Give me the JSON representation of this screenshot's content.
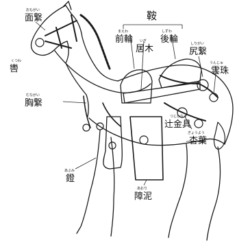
{
  "diagram": {
    "title": "鞍",
    "labels": {
      "omogai": {
        "text": "面繋",
        "ruby": "おもがい"
      },
      "kutsuwa": {
        "text": "轡",
        "ruby": "くつわ"
      },
      "munagai": {
        "text": "胸繋",
        "ruby": "むながい"
      },
      "abumi": {
        "text": "鐙",
        "ruby": "あぶみ"
      },
      "maewa": {
        "text": "前輪",
        "ruby": "まえわ"
      },
      "igi": {
        "text": "居木",
        "ruby": "いぎ"
      },
      "shizuwa": {
        "text": "後輪",
        "ruby": "しずわ"
      },
      "shirigai": {
        "text": "尻繋",
        "ruby": "しりがい"
      },
      "unju": {
        "text": "雲珠",
        "ruby": "うんじゅ"
      },
      "tsujikanagu": {
        "text": "辻金具",
        "ruby": "つじかなぐ"
      },
      "gyoyo": {
        "text": "杏葉",
        "ruby": "ぎょうよう"
      },
      "aori": {
        "text": "障泥",
        "ruby": "あおり"
      }
    }
  }
}
